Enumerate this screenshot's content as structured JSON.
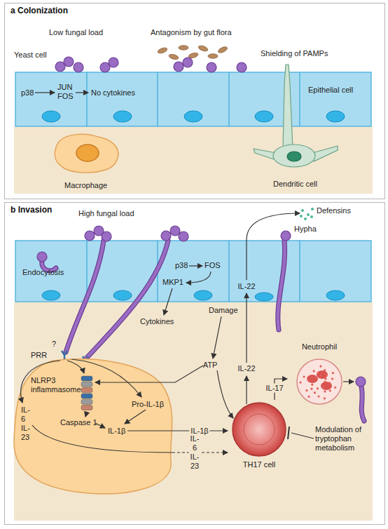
{
  "diagram": {
    "nodes": [
      {
        "text": [
          "a Colonization"
        ]
      },
      {
        "text": [
          "b Invasion"
        ]
      },
      {
        "text": [
          "NLRP3 inflammasome",
          "Pro-IL-1β",
          "IL-6 IL-23",
          "Caspase 1",
          "IL-1β"
        ],
        "in": 1
      },
      {
        "text": [
          "TH17 cell"
        ],
        "in": 1
      },
      {
        "text": [
          "Neutrophil"
        ],
        "in": 1
      }
    ],
    "edges": [
      {
        "from": 2,
        "to": 3,
        "label": "IL-1β",
        "arrow": "to"
      },
      {
        "from": 2,
        "to": 3,
        "label": "IL-6 IL-23",
        "arrow": "to"
      },
      {
        "from": 3,
        "to": 4,
        "label": "IL-17",
        "arrow": "to"
      }
    ],
    "labels": [
      "Low fungal load",
      "Antagonism by gut flora",
      "Shielding of PAMPs",
      "Yeast cell",
      "p38",
      "JUN FOS",
      "No cytokines",
      "Epithelial cell",
      "Macrophage",
      "Dendritic cell",
      "High fungal load",
      "Defensins",
      "Hypha",
      "Endocytosis",
      "p38",
      "FOS",
      "MKP1",
      "IL-22",
      "Cytokines",
      "Damage",
      "ATP",
      "IL-22",
      "?",
      "PRR",
      "Modulation of tryptophan metabolism"
    ]
  }
}
